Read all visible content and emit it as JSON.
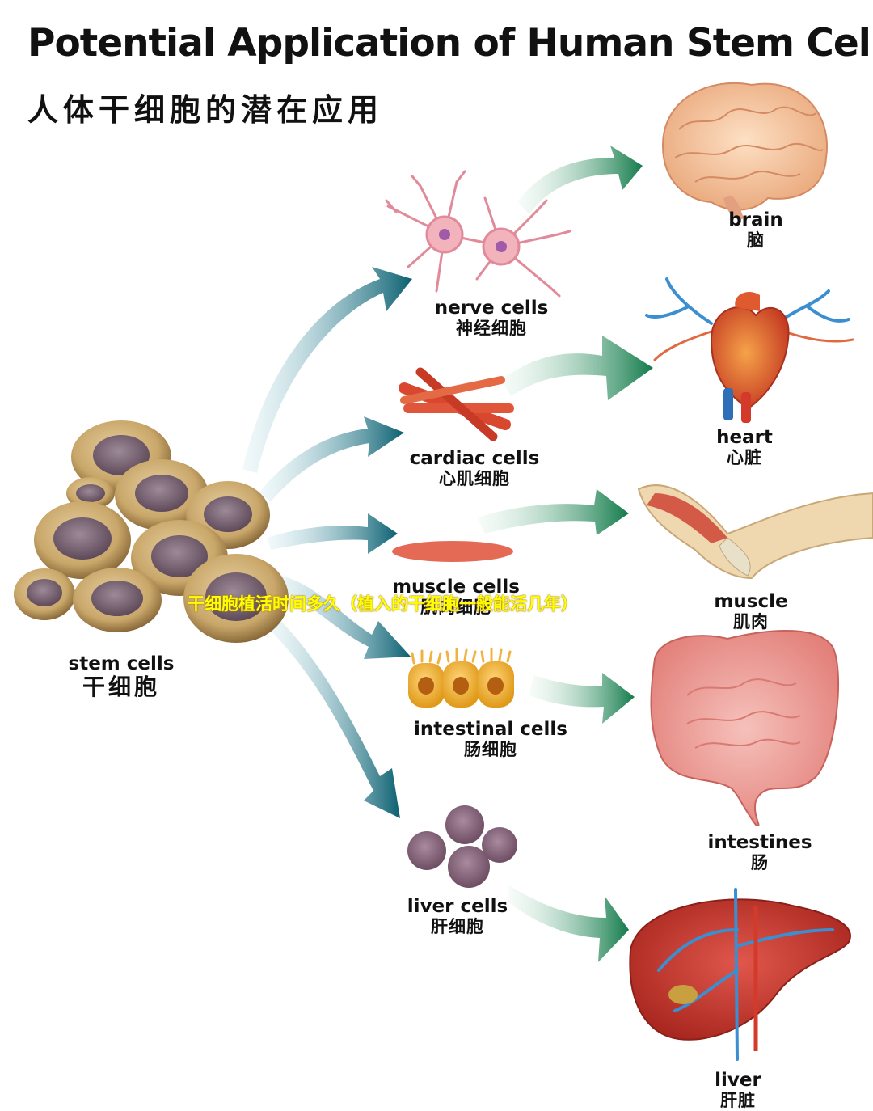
{
  "title": "Potential Application of Human Stem Cells",
  "subtitle": "人体干细胞的潜在应用",
  "overlay_text": "干细胞植活时间多久（植入的干细胞一般能活几年）",
  "nodes": {
    "stem": {
      "en": "stem cells",
      "zh": "干细胞"
    },
    "nerve": {
      "en": "nerve cells",
      "zh": "神经细胞"
    },
    "cardiac": {
      "en": "cardiac cells",
      "zh": "心肌细胞"
    },
    "muscle": {
      "en": "muscle cells",
      "zh": "肌肉细胞"
    },
    "intestinal": {
      "en": "intestinal cells",
      "zh": "肠细胞"
    },
    "liver": {
      "en": "liver cells",
      "zh": "肝细胞"
    }
  },
  "organs": {
    "brain": {
      "en": "brain",
      "zh": "脑"
    },
    "heart": {
      "en": "heart",
      "zh": "心脏"
    },
    "muscle": {
      "en": "muscle",
      "zh": "肌肉"
    },
    "intestines": {
      "en": "intestines",
      "zh": "肠"
    },
    "liver": {
      "en": "liver",
      "zh": "肝脏"
    }
  },
  "colors": {
    "teal_arrow": "#0d6e7a",
    "green_arrow": "#1e8a55",
    "overlay_text": "#ffff00"
  }
}
